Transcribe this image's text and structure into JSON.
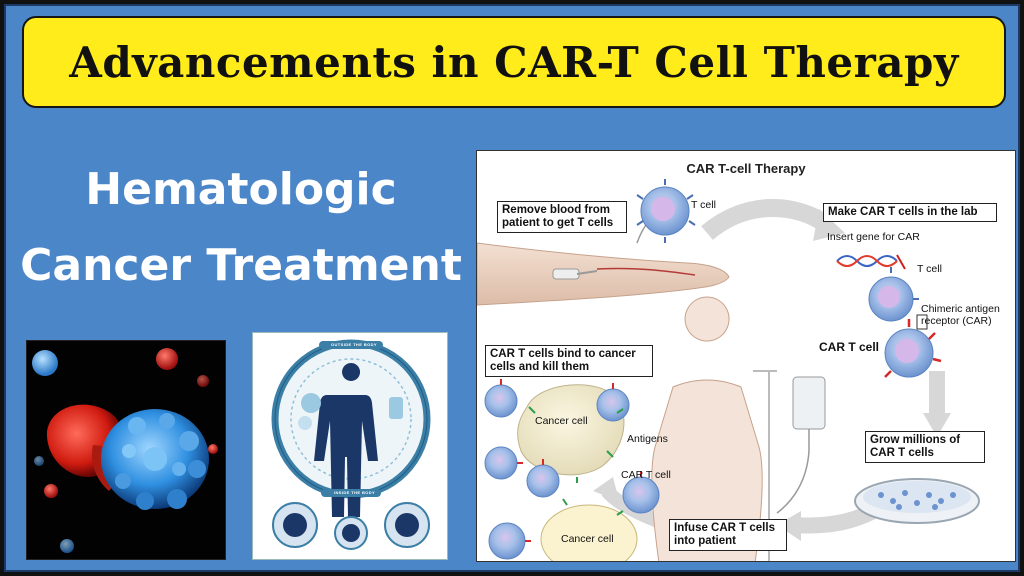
{
  "title": "Advancements in CAR-T Cell Therapy",
  "heading": {
    "line1": "Hematologic",
    "line2": "Cancer Treatment"
  },
  "diagram": {
    "title": "CAR T-cell Therapy",
    "steps": {
      "remove_blood": "Remove blood from patient to get T cells",
      "make_car": "Make CAR T cells in the lab",
      "grow": "Grow millions of CAR T cells",
      "infuse": "Infuse CAR T cells into patient",
      "bind": "CAR T cells bind to cancer cells and kill them"
    },
    "labels": {
      "t_cell_top": "T cell",
      "insert_gene": "Insert gene for CAR",
      "t_cell_lab": "T cell",
      "car_receptor_1": "Chimeric antigen",
      "car_receptor_2": "receptor (CAR)",
      "car_t_cell": "CAR T cell",
      "cancer_cell_1": "Cancer cell",
      "antigens": "Antigens",
      "car_t_cell_small": "CAR T cell",
      "cancer_cell_2": "Cancer cell"
    }
  },
  "mini_infographic": {
    "outside": "OUTSIDE THE BODY",
    "inside": "INSIDE THE BODY"
  },
  "colors": {
    "background": "#4a86c8",
    "title_bar": "#ffec1a",
    "t_cell": "#8fb2de",
    "car_arrow": "#d0d0d0",
    "cancer_red": "#d62828"
  }
}
